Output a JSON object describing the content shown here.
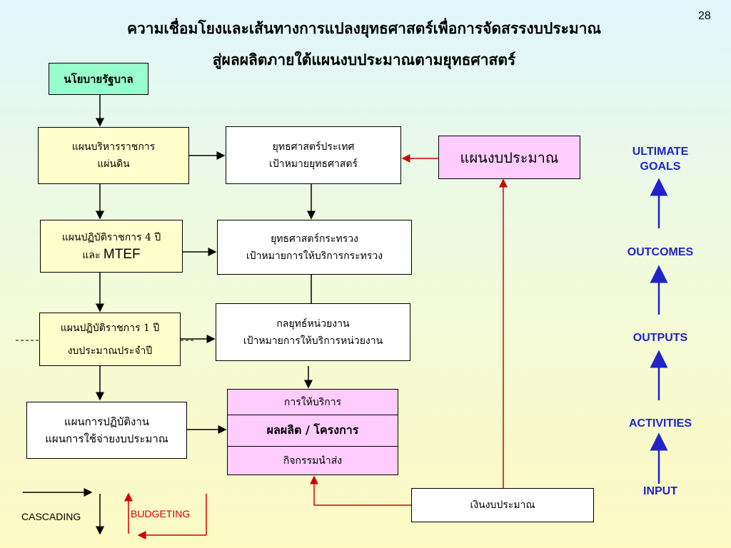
{
  "slide_number": "28",
  "title": {
    "line1": "ความเชื่อมโยงและเส้นทางการแปลงยุทธศาสตร์เพื่อการจัดสรรงบประมาณ",
    "line2": "สู่ผลผลิตภายใต้แผนงบประมาณตามยุทธศาสตร์"
  },
  "left_column": {
    "policy": "นโยบายรัฐบาล",
    "admin_plan": [
      "แผนบริหารราชการ",
      "แผ่นดิน"
    ],
    "four_year_plan": [
      "แผนปฏิบัติราชการ 4 ปี",
      "และ",
      "MTEF"
    ],
    "one_year_plan": [
      "แผนปฏิบัติราชการ 1 ปี",
      "งบประมาณประจำปี"
    ],
    "action_plan": [
      "แผนการปฏิบัติงาน",
      "แผนการใช้จ่ายงบประมาณ"
    ]
  },
  "middle_column": {
    "national_strategy": [
      "ยุทธศาสตร์ประเทศ",
      "เป้าหมายยุทธศาสตร์"
    ],
    "ministry_strategy": [
      "ยุทธศาสตร์กระทรวง",
      "เป้าหมายการให้บริการกระทรวง"
    ],
    "agency_strategy": [
      "กลยุทธ์หน่วยงาน",
      "เป้าหมายการให้บริการหน่วยงาน"
    ],
    "service": "การให้บริการ",
    "output_project": "ผลผลิต / โครงการ",
    "activities": "กิจกรรมนำส่ง"
  },
  "budget_plan": "แผนงบประมาณ",
  "budget_money": "เงินงบประมาณ",
  "goals_ladder": [
    "ULTIMATE GOALS",
    "OUTCOMES",
    "OUTPUTS",
    "ACTIVITIES",
    "INPUT"
  ],
  "legend": {
    "cascading": "CASCADING",
    "budgeting": "BUDGETING"
  },
  "colors": {
    "goal_text": "#1f23c8",
    "budget_arrow": "#d40000",
    "pink_box": "#ffccff",
    "yellow_box": "#ffffcc",
    "green_box": "#99ffcc"
  }
}
